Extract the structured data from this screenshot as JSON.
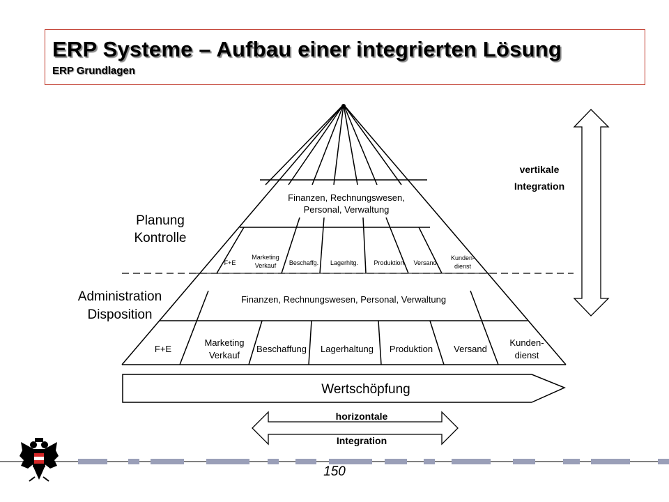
{
  "header": {
    "title": "ERP Systeme – Aufbau einer integrierten Lösung",
    "subtitle": "ERP Grundlagen"
  },
  "diagram": {
    "left_labels": {
      "planung_1": "Planung",
      "planung_2": "Kontrolle",
      "admin_1": "Administration",
      "admin_2": "Disposition"
    },
    "upper_pyramid": {
      "top_label_1": "Finanzen, Rechnungswesen,",
      "top_label_2": "Personal, Verwaltung",
      "departments": {
        "fe": "F+E",
        "marketing_1": "Marketing",
        "marketing_2": "Verkauf",
        "beschaffung": "Beschaffg.",
        "lager": "Lagerhltg.",
        "produktion": "Produktion",
        "versand": "Versand",
        "kunden_1": "Kunden-",
        "kunden_2": "dienst"
      }
    },
    "lower_pyramid": {
      "finance_label": "Finanzen, Rechnungswesen, Personal, Verwaltung",
      "departments": {
        "fe": "F+E",
        "marketing_1": "Marketing",
        "marketing_2": "Verkauf",
        "beschaffung": "Beschaffung",
        "lager": "Lagerhaltung",
        "produktion": "Produktion",
        "versand": "Versand",
        "kunden_1": "Kunden-",
        "kunden_2": "dienst"
      }
    },
    "value_chain_label": "Wertschöpfung",
    "vertical_integration": {
      "line1": "vertikale",
      "line2": "Integration"
    },
    "horizontal_integration": {
      "line1": "horizontale",
      "line2": "Integration"
    }
  },
  "footer": {
    "page_number": "150"
  },
  "colors": {
    "title_border": "#c0392b",
    "footer_bar": "#9a9fb8"
  },
  "icons": {
    "logo": "austrian-eagle-coat-of-arms"
  }
}
